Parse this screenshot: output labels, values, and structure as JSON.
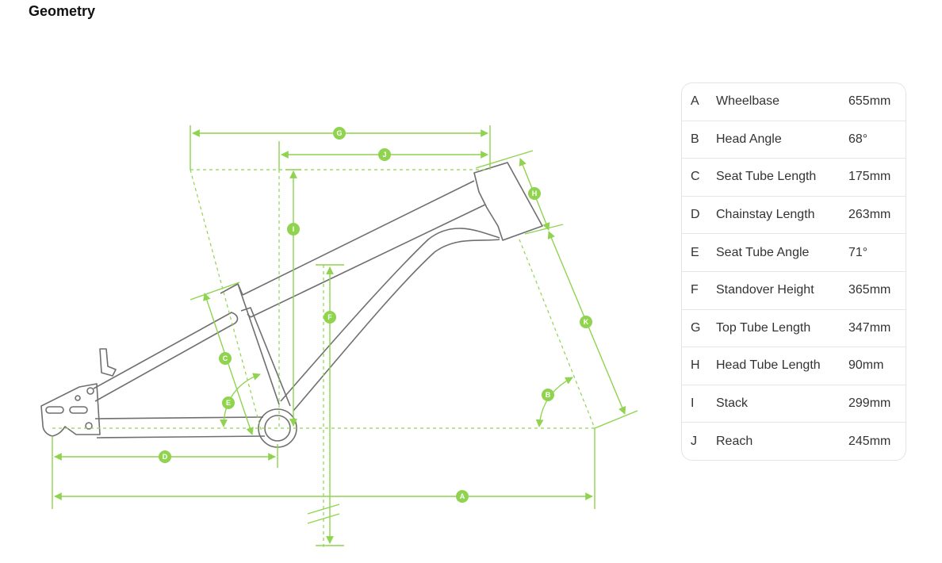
{
  "page": {
    "title": "Geometry"
  },
  "colors": {
    "accent": "#8fd34f",
    "frame": "#6f6f6f",
    "table_border": "#e4e4e4"
  },
  "diagram_labels": [
    "G",
    "J",
    "H",
    "I",
    "F",
    "C",
    "E",
    "K",
    "B",
    "D",
    "A"
  ],
  "geometry": [
    {
      "key": "A",
      "name": "Wheelbase",
      "value": "655mm"
    },
    {
      "key": "B",
      "name": "Head Angle",
      "value": "68°"
    },
    {
      "key": "C",
      "name": "Seat Tube Length",
      "value": "175mm"
    },
    {
      "key": "D",
      "name": "Chainstay Length",
      "value": "263mm"
    },
    {
      "key": "E",
      "name": "Seat Tube Angle",
      "value": "71°"
    },
    {
      "key": "F",
      "name": "Standover Height",
      "value": "365mm"
    },
    {
      "key": "G",
      "name": "Top Tube Length",
      "value": "347mm"
    },
    {
      "key": "H",
      "name": "Head Tube Length",
      "value": "90mm"
    },
    {
      "key": "I",
      "name": "Stack",
      "value": "299mm"
    },
    {
      "key": "J",
      "name": "Reach",
      "value": "245mm"
    }
  ]
}
